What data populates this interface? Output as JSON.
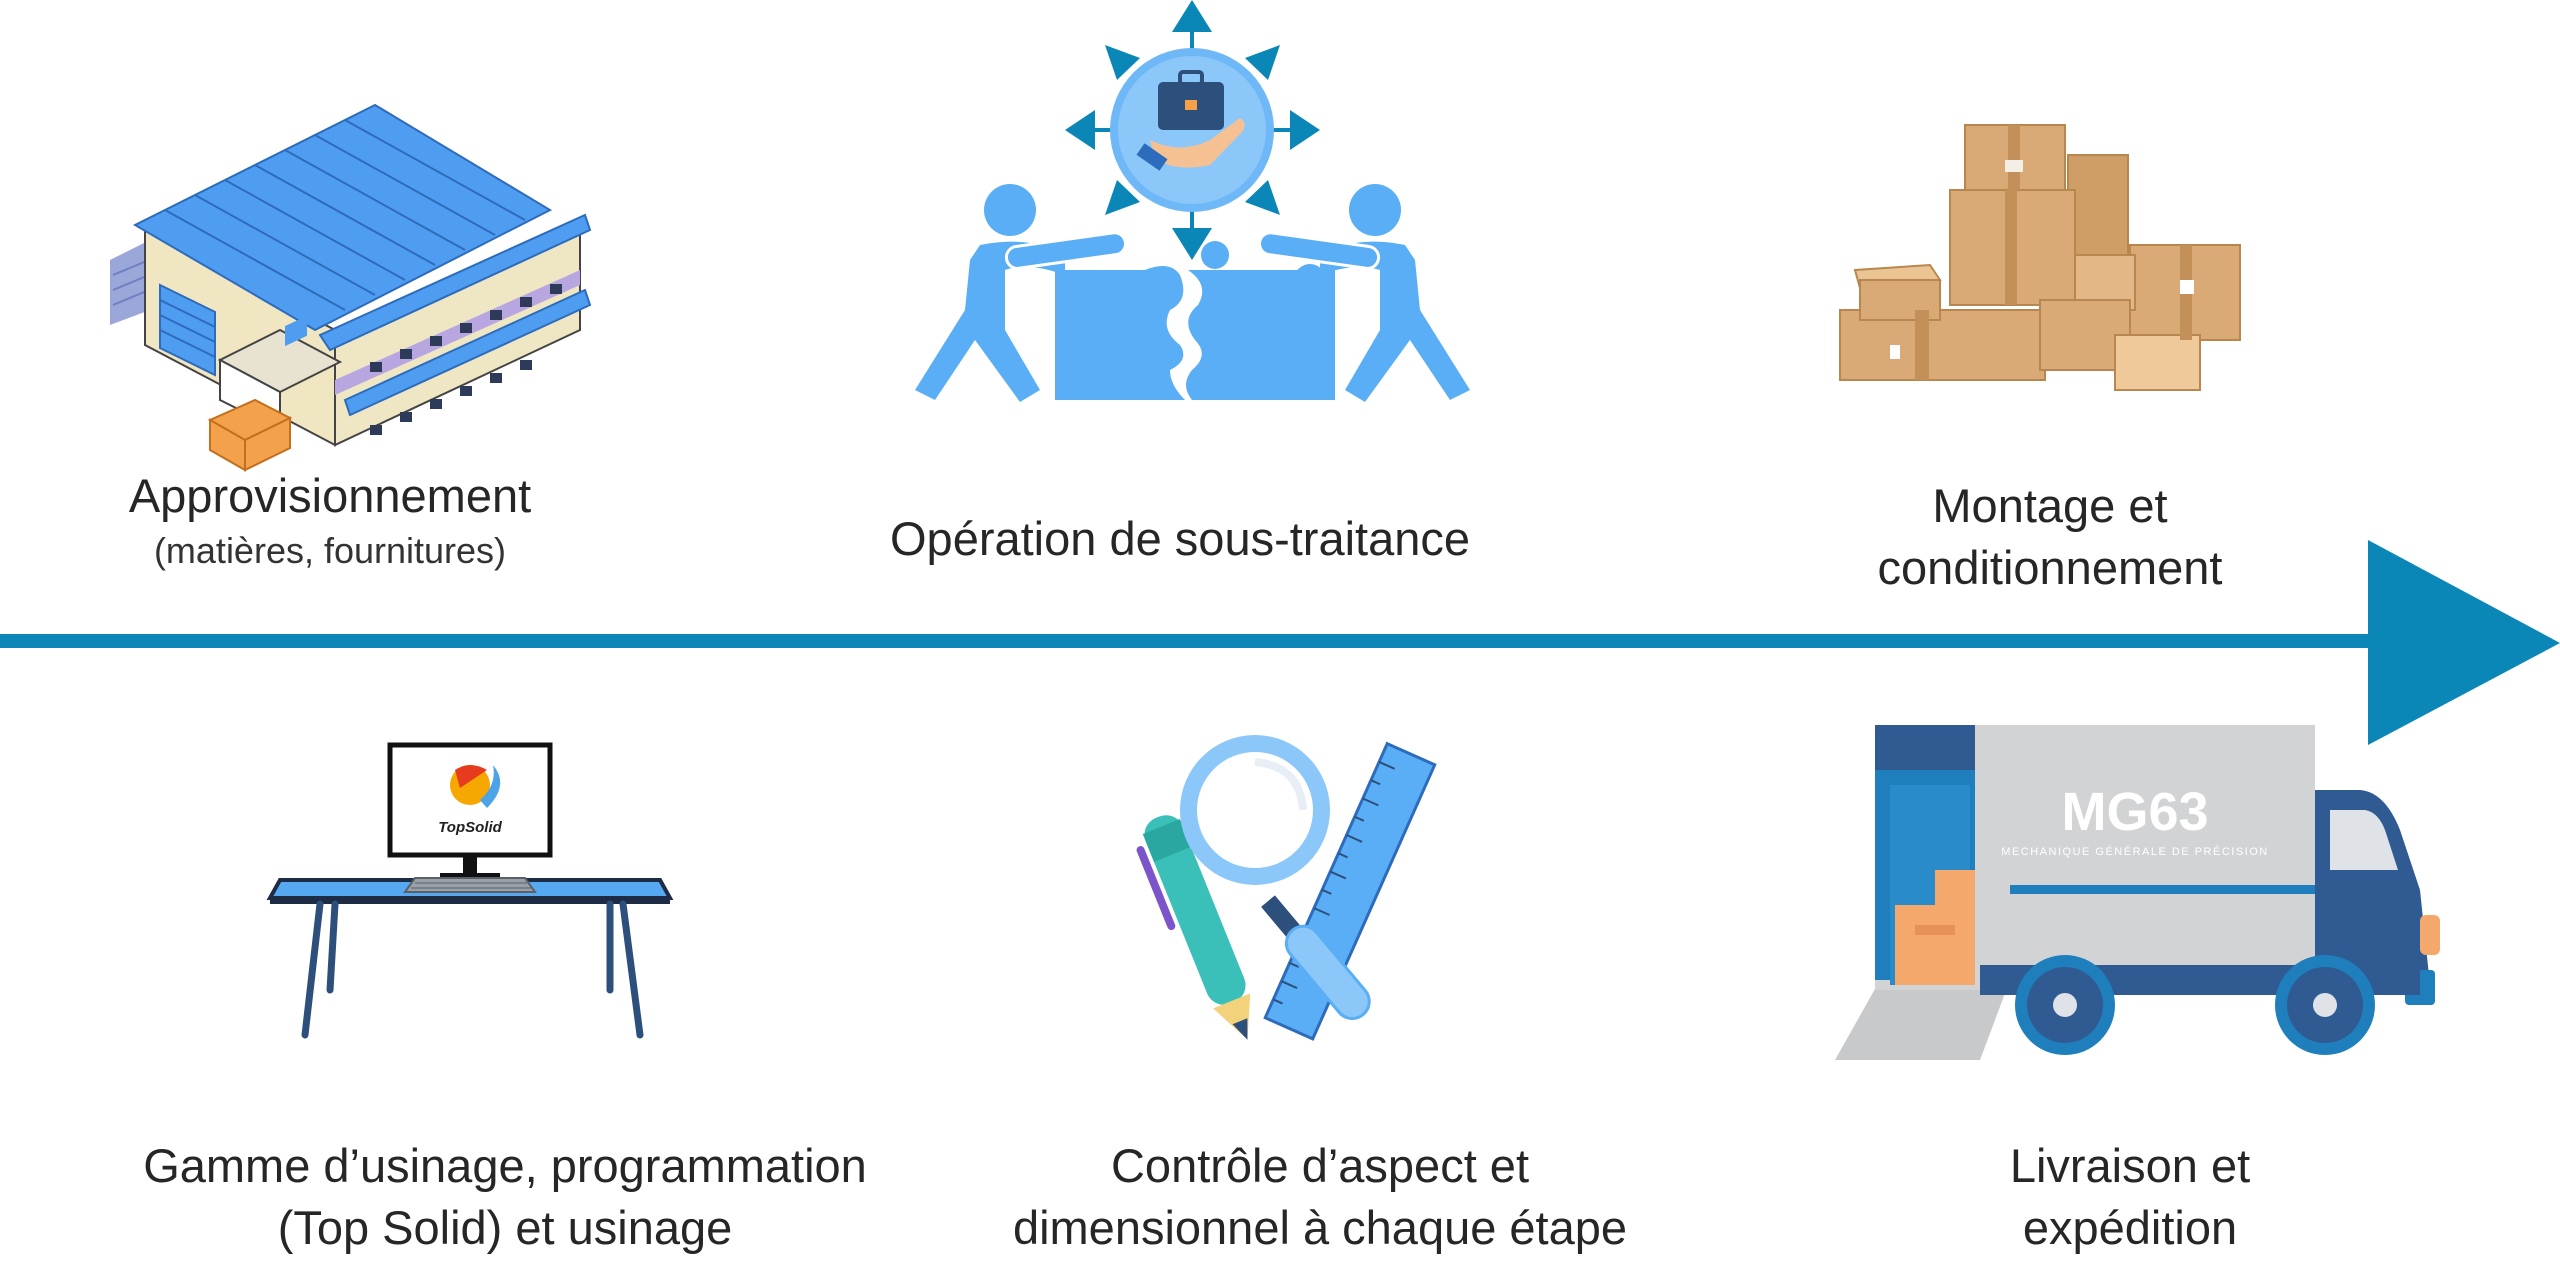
{
  "colors": {
    "timeline": "#0a86b7",
    "people": "#5aaef5",
    "warehouse_roof": "#4f9df0",
    "cardboard": "#d9aa75",
    "truck_body": "#d2d3d5",
    "truck_cab": "#2f5b92",
    "desk_top": "#56a9f0",
    "ruler": "#5aaef5",
    "pen": "#3bbfb9"
  },
  "steps": {
    "approvisionnement": {
      "title": "Approvisionnement",
      "subtitle": "(matières, fournitures)",
      "icon": "warehouse-icon"
    },
    "sous_traitance": {
      "title": "Opération de sous-traitance",
      "icon": "teamwork-puzzle-icon"
    },
    "montage": {
      "line1": "Montage et",
      "line2": "conditionnement",
      "icon": "cardboard-boxes-icon"
    },
    "usinage": {
      "line1": "Gamme d’usinage, programmation",
      "line2": "(Top Solid) et usinage",
      "icon": "desk-computer-icon",
      "screen_text": "TopSolid"
    },
    "controle": {
      "line1": "Contrôle d’aspect et",
      "line2": "dimensionnel à chaque étape",
      "icon": "magnifier-ruler-pen-icon"
    },
    "livraison": {
      "line1": "Livraison et",
      "line2": "expédition",
      "icon": "delivery-truck-icon",
      "truck_logo": "MG63",
      "truck_tagline": "MECHANIQUE GÉNÉRALE DE PRÉCISION"
    }
  }
}
